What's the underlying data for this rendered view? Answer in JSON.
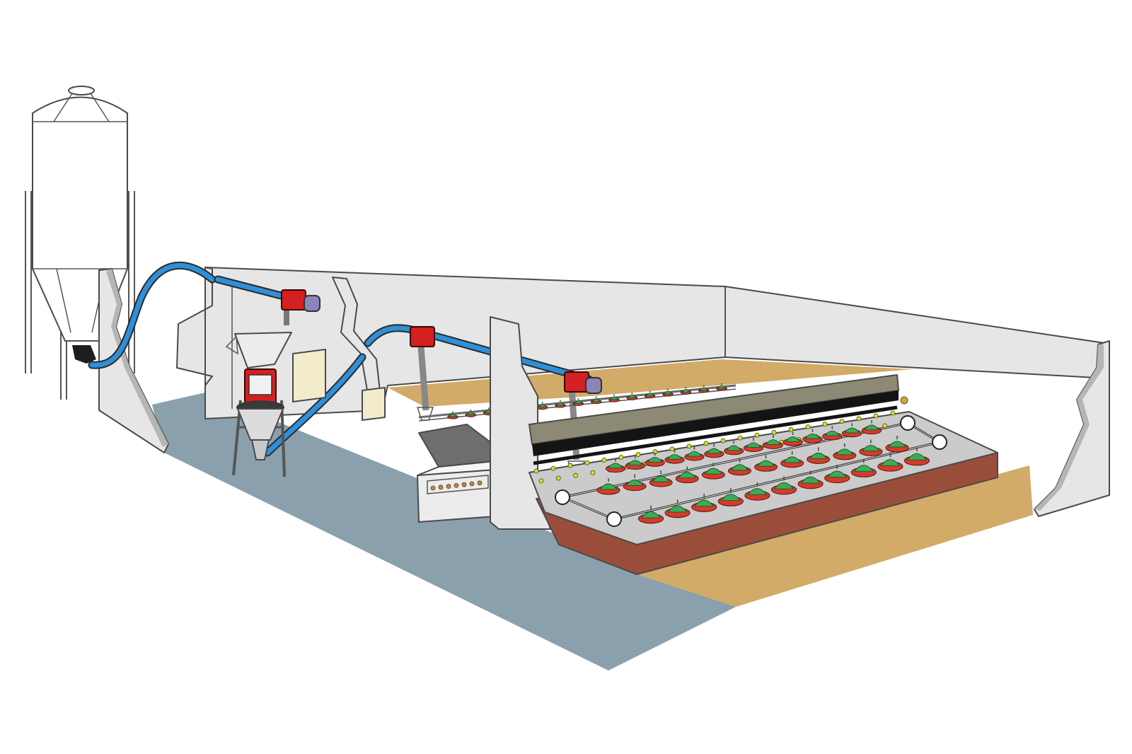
{
  "scene": {
    "kind": "poultry house feeding system illustration",
    "colors": {
      "background": "#ffffff",
      "wall": "#e6e6e6",
      "wall_outline": "#4a4a4a",
      "walkway_floor": "#8aa0ad",
      "litter_floor": "#d2ab68",
      "platform_side": "#9a4e3a",
      "platform_top": "#cbcbcb",
      "hood": "#8c8a75",
      "feed_pipe": "#2f8fd8",
      "drive_unit": "#d42020",
      "motor": "#8d84b8",
      "feeder_pan": "#d83a2a",
      "feeder_grill": "#3daa55",
      "nipple": "#d8e02c",
      "control_box": "#f3eccb",
      "bunker": "#ececec"
    },
    "components": [
      "silo-icon",
      "boot-icon",
      "feed-pipe-icon",
      "drive-unit-icon",
      "motor-icon",
      "hopper-icon",
      "weigh-unit-icon",
      "control-box-icon",
      "feed-bunker-icon",
      "feeder-pan-icon",
      "drinker-nipple-icon",
      "chain-corner-wheel-icon",
      "dust-hood-icon"
    ],
    "rows": [
      {
        "row": "front",
        "feeder_pans": 11
      },
      {
        "row": "middle",
        "feeder_pans": 12
      },
      {
        "row": "back",
        "feeder_pans": 14
      },
      {
        "row": "far",
        "feeder_pans": 16
      }
    ],
    "nipples_per_line": 22
  }
}
